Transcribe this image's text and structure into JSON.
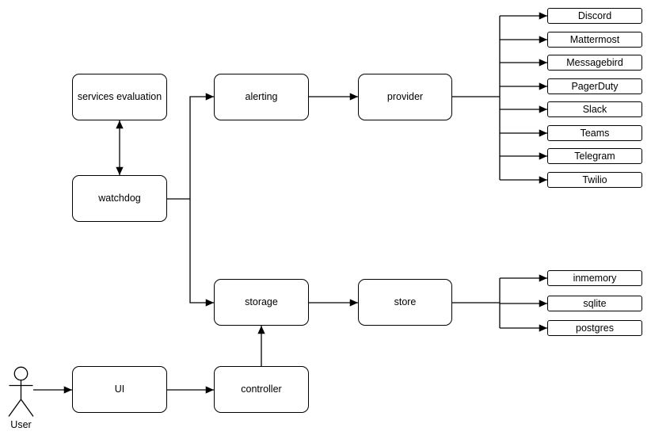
{
  "diagram": {
    "nodes": {
      "services_evaluation": "services evaluation",
      "watchdog": "watchdog",
      "alerting": "alerting",
      "provider": "provider",
      "storage": "storage",
      "store": "store",
      "ui": "UI",
      "controller": "controller"
    },
    "provider_leaves": [
      "Discord",
      "Mattermost",
      "Messagebird",
      "PagerDuty",
      "Slack",
      "Teams",
      "Telegram",
      "Twilio"
    ],
    "store_leaves": [
      "inmemory",
      "sqlite",
      "postgres"
    ],
    "actor": {
      "label": "User"
    },
    "edges": [
      {
        "from": "watchdog",
        "to": "services evaluation",
        "type": "bidirectional"
      },
      {
        "from": "watchdog",
        "to": "alerting",
        "type": "arrow"
      },
      {
        "from": "watchdog",
        "to": "storage",
        "type": "arrow"
      },
      {
        "from": "alerting",
        "to": "provider",
        "type": "arrow"
      },
      {
        "from": "provider",
        "to": "Discord",
        "type": "arrow"
      },
      {
        "from": "provider",
        "to": "Mattermost",
        "type": "arrow"
      },
      {
        "from": "provider",
        "to": "Messagebird",
        "type": "arrow"
      },
      {
        "from": "provider",
        "to": "PagerDuty",
        "type": "arrow"
      },
      {
        "from": "provider",
        "to": "Slack",
        "type": "arrow"
      },
      {
        "from": "provider",
        "to": "Teams",
        "type": "arrow"
      },
      {
        "from": "provider",
        "to": "Telegram",
        "type": "arrow"
      },
      {
        "from": "provider",
        "to": "Twilio",
        "type": "arrow"
      },
      {
        "from": "storage",
        "to": "store",
        "type": "arrow"
      },
      {
        "from": "store",
        "to": "inmemory",
        "type": "arrow"
      },
      {
        "from": "store",
        "to": "sqlite",
        "type": "arrow"
      },
      {
        "from": "store",
        "to": "postgres",
        "type": "arrow"
      },
      {
        "from": "controller",
        "to": "storage",
        "type": "arrow"
      },
      {
        "from": "UI",
        "to": "controller",
        "type": "arrow"
      },
      {
        "from": "User",
        "to": "UI",
        "type": "arrow"
      }
    ],
    "colors": {
      "stroke": "#000000",
      "node_fill": "#ffffff",
      "background": "#ffffff"
    }
  }
}
